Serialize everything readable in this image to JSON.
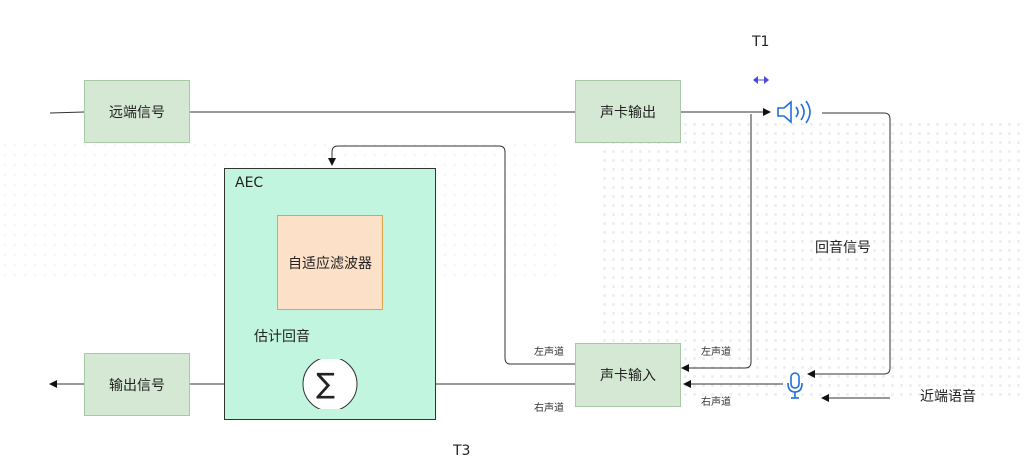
{
  "labels": {
    "t1": "T1",
    "t3": "T3",
    "far_signal": "远端信号",
    "soundcard_out": "声卡输出",
    "aec": "AEC",
    "adaptive_filter": "自适应滤波器",
    "estimated_echo": "估计回音",
    "echo_signal": "回音信号",
    "soundcard_in": "声卡输入",
    "output_signal": "输出信号",
    "near_speech": "近端语音",
    "left_channel_1": "左声道",
    "left_channel_2": "左声道",
    "right_channel_1": "右声道",
    "right_channel_2": "右声道",
    "sum_symbol": "∑"
  },
  "icons": {
    "speaker": "speaker-icon",
    "microphone": "microphone-icon",
    "arrows": "left-right-arrow-icon"
  },
  "colors": {
    "box_green": "#d5e8d4",
    "aec_bg": "#c2f5e0",
    "filter_bg": "#fde0c8",
    "icon_blue": "#1e6fd9"
  }
}
